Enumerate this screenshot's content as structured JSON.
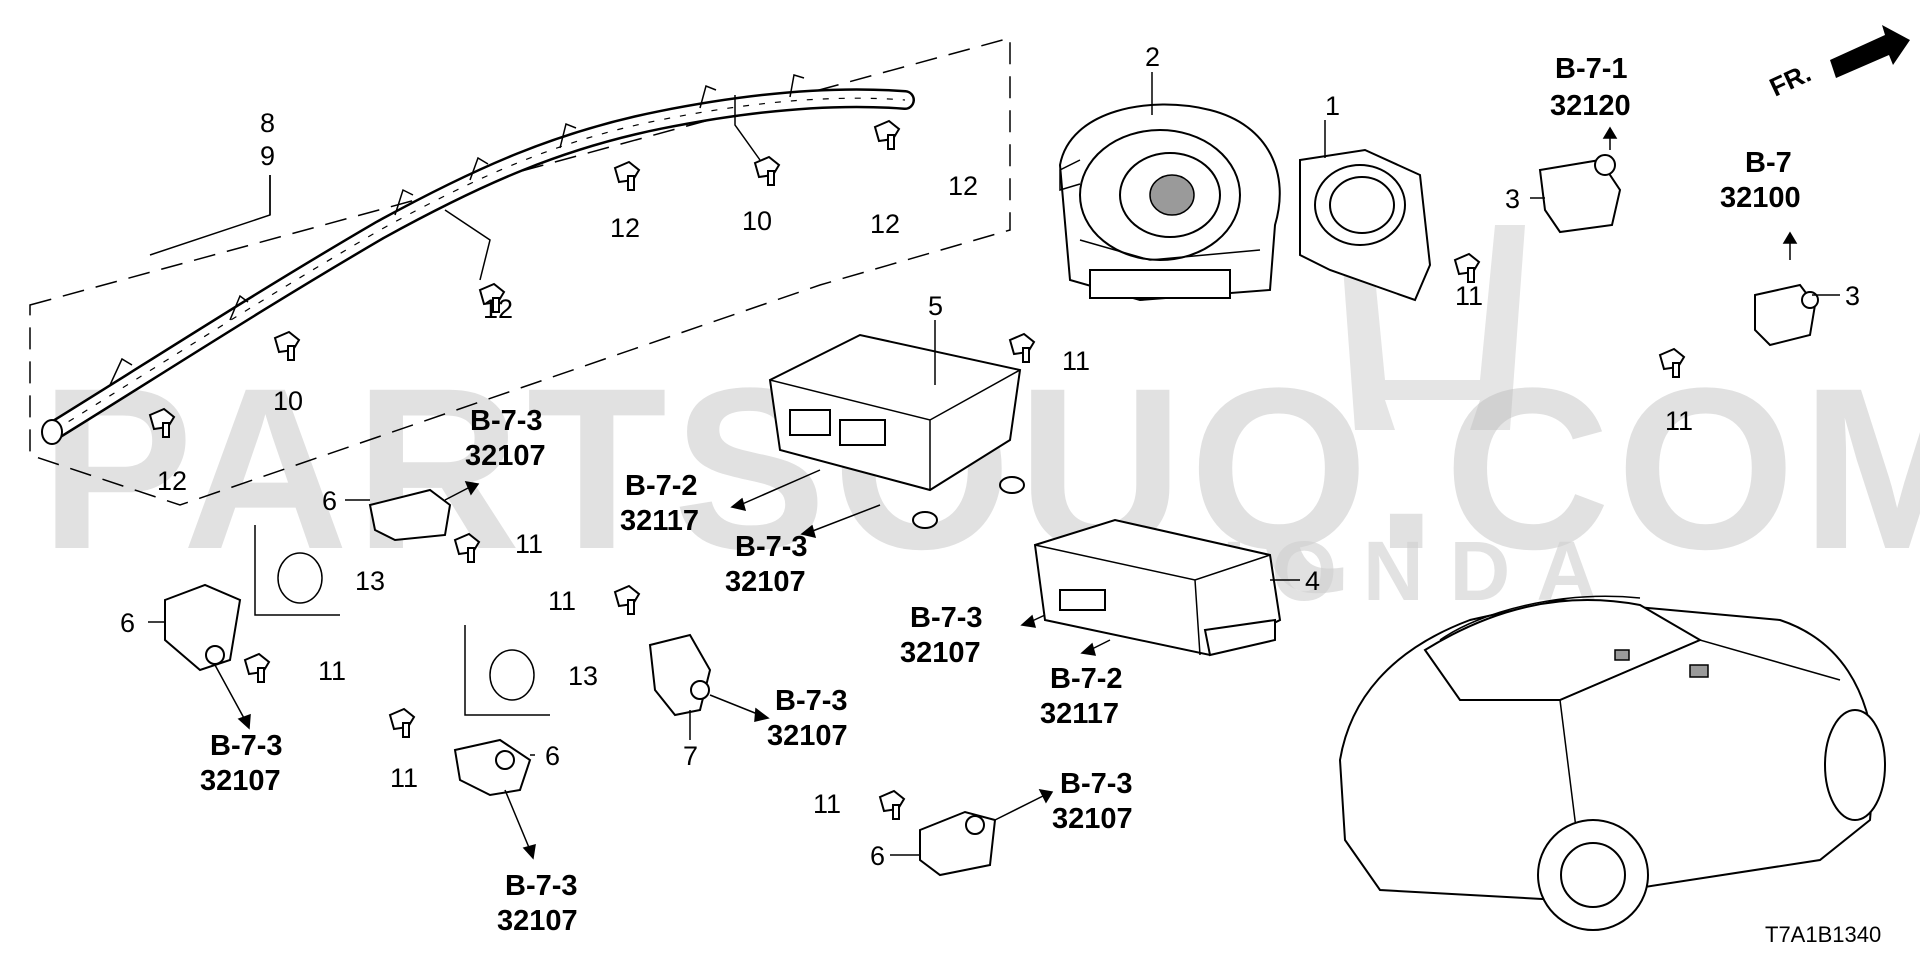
{
  "watermark": {
    "text": "PARTSOUQ.COM",
    "brand_mark": "HONDA"
  },
  "direction": {
    "label": "FR."
  },
  "diagram_code": "T7A1B1340",
  "callouts": [
    "1",
    "2",
    "3",
    "4",
    "5",
    "6",
    "7",
    "8",
    "9",
    "10",
    "11",
    "12",
    "13"
  ],
  "references": [
    {
      "section": "B-7-1",
      "part_no": "32120"
    },
    {
      "section": "B-7",
      "part_no": "32100"
    },
    {
      "section": "B-7-2",
      "part_no": "32117"
    },
    {
      "section": "B-7-3",
      "part_no": "32107"
    }
  ],
  "colors": {
    "ink": "#000000",
    "watermark": "#c9c9c9",
    "background": "#ffffff"
  }
}
